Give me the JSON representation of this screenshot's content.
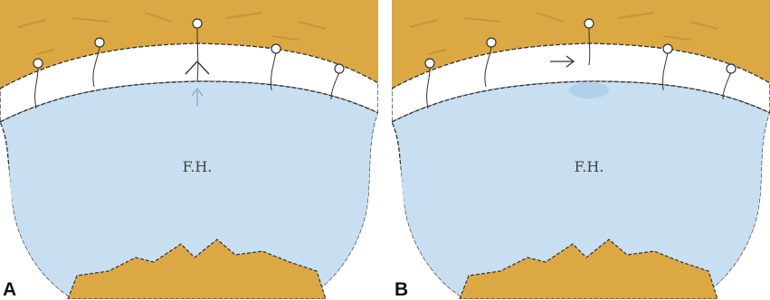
{
  "panels": [
    {
      "id": "A",
      "label": "A",
      "fh_label": "F.H."
    },
    {
      "id": "B",
      "label": "B",
      "fh_label": "F.H."
    }
  ],
  "colors": {
    "bone": "#dca843",
    "bone_dark": "#b98a2c",
    "fluid": "#c7dff0",
    "fluid_highlight": "#a9cde8",
    "membrane": "#ffffff",
    "outline": "#333333"
  }
}
